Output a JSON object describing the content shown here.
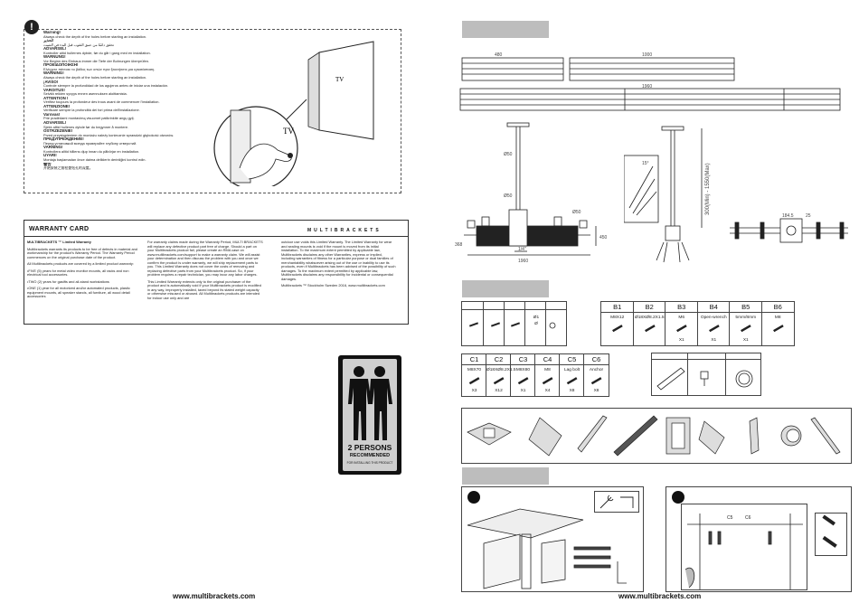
{
  "warning": {
    "lines": [
      {
        "t": "Warning!",
        "h": true
      },
      {
        "t": "Always check the depth of the holes before starting an installation.",
        "h": false
      },
      {
        "t": "تحذير!",
        "h": true
      },
      {
        "t": "تحقق دائمًا من عمق الثقوب قبل البدء في التثبيت",
        "h": false
      },
      {
        "t": "ADVARSEL!",
        "h": true
      },
      {
        "t": "Kontroller altid hullernes dybde, før du går i gang med en installation.",
        "h": false
      },
      {
        "t": "WARNUNG!",
        "h": true
      },
      {
        "t": "Vor Beginn des Einbaus immer die Tiefe der Bohrungen überprüfen.",
        "h": false
      },
      {
        "t": "ΠΡΟΕΙΔΟΠΟΙΗΣΗ!",
        "h": true
      },
      {
        "t": "Ελέγχετε πάντοτε το βάθος των οπών πριν ξεκινήσετε μια εγκατάσταση.",
        "h": false
      },
      {
        "t": "WARNING!",
        "h": true
      },
      {
        "t": "Always check the depth of the holes before starting an installation.",
        "h": false
      },
      {
        "t": "¡AVISO!",
        "h": true
      },
      {
        "t": "Controle siempre la profundidad de los agujeros antes de iniciar una instalación.",
        "h": false
      },
      {
        "t": "VAROITUS!",
        "h": true
      },
      {
        "t": "Selvitä reikien syvyys ennen asennuksen aloittamista.",
        "h": false
      },
      {
        "t": "ATTENTION !",
        "h": true
      },
      {
        "t": "Vérifiez toujours la profondeur des trous avant de commencer l'installation.",
        "h": false
      },
      {
        "t": "ATTENZIONE!",
        "h": true
      },
      {
        "t": "Verificare sempre la profondità dei fori prima dell'installazione.",
        "h": false
      },
      {
        "t": "Varovas!",
        "h": true
      },
      {
        "t": "Prie pradėdami montavimą visuomet patikrinkite angų gylį.",
        "h": false
      },
      {
        "t": "ADVARSEL!",
        "h": true
      },
      {
        "t": "Sjekk alltid hullenes dybde før du begynner å montere.",
        "h": false
      },
      {
        "t": "OSTRZEŻENIE!",
        "h": true
      },
      {
        "t": "Przed przystąpieniem do montażu należy koniecznie sprawdzić głębokość otworów.",
        "h": false
      },
      {
        "t": "ПРЕДУПРЕЖДЕНИЕ!",
        "h": true
      },
      {
        "t": "Перед установкой всегда проверяйте глубину отверстий.",
        "h": false
      },
      {
        "t": "VARNING!",
        "h": true
      },
      {
        "t": "Kontrollera alltid hålens djup innan du påbörjar en installation.",
        "h": false
      },
      {
        "t": "UYARI!",
        "h": true
      },
      {
        "t": "Montaja başlamadan önce daima deliklerin derinliğini kontrol edin.",
        "h": false
      },
      {
        "t": "警告",
        "h": true
      },
      {
        "t": "开始安装之前检查钻孔的深度。",
        "h": false
      }
    ],
    "tv_label_1": "TV",
    "tv_label_2": "TV"
  },
  "warranty": {
    "title": "WARRANTY CARD",
    "brand": "MULTIBRACKETS",
    "col1": [
      "MULTIBRACKETS ™ Limited Warranty",
      "Multibrackets warrants its products to be free of defects in material and workmanship for the product's Warranty Period. The Warranty Period commences on the original purchase date of the product.",
      "All Multibrackets products are covered by a limited product warranty:",
      "•FIVE (5) years for metal video monitor mounts, all racks and non electrical tool accessories.",
      "•TWO (2) years for gasifts and all-stand workstations",
      "•ONE (1) year for all motorized and/or automated products, plastic equipment mounts, all speaker stands, all furniture, all wood detail accessories"
    ],
    "col2": [
      "For warranty claims made during the Warranty Period, MULTI BRACKETS will replace any defective product part free of charge. Should a part on your Multibrackets product fail, please create an RMA case on www.multibrackets.com/support to make a warranty claim. We will assist your determination and then discuss the problem with you and once we confirm the product is under warranty, we will ship replacement parts to you. This Limited Warranty does not cover the costs of removing and replacing defective parts from your Multibrackets product. So, if your problem requires a repair technician, you may incur any labor charges.",
      "This Limited Warranty extends only to the original purchaser of the product and is automatically void if your Multibrackets product is modified in any way, improperly installed, taxed beyond its stated weight capacity or otherwise misused or abused. All Multibrackets products are intended for indoor use only and are"
    ],
    "col3": [
      "outdoor use voids this Limited Warranty. The Limited Warranty for wear and sealing mounts is void if the mount is moved from its initial installation. To the maximum extent permitted by applicable law, Multibrackets disclaims any other Warranties, express or implied, including warranties of fitness for a particular purpose or dual families of merchantability whatsoever arising out of the use or inability to use its products, even if Multibrackets has been advised of the possibility of such damages. To the maximum extent permitted by applicable law, Multibrackets disclaims any responsibility for incidental or consequential damages.",
      "Multibrackets ™ Stockholm Sweden 2016, www.multibrackets.com"
    ]
  },
  "persons": {
    "line1": "2 PERSONS",
    "line2": "RECOMMENDED",
    "line3": "FOR INSTALLING THIS PRODUCT"
  },
  "footer": {
    "left_url": "www.multibrackets.com",
    "right_url": "www.multibrackets.com"
  },
  "dims": {
    "d1": "480",
    "d2": "1000",
    "d3": "1960",
    "d4": "Ø50",
    "d5": "Ø50",
    "d6": "Ø50",
    "d7": "1960",
    "d8": "1/4\"",
    "d9": "368",
    "d10": "450",
    "d11": "300(Min) - 1550(Max)",
    "d12": "184.5",
    "d13": "25",
    "d14": "15°"
  },
  "parts_b": [
    {
      "id": "B1",
      "spec": "M8X12",
      "qty": "",
      "img": "screw"
    },
    {
      "id": "B2",
      "spec": "Ø18XØ8.2X1.5",
      "qty": "",
      "img": "washer"
    },
    {
      "id": "B3",
      "spec": "M6",
      "qty": "X1",
      "img": "allen"
    },
    {
      "id": "B4",
      "spec": "Open-wrench",
      "qty": "X1",
      "img": "wrench"
    },
    {
      "id": "B5",
      "spec": "5mm/8mm",
      "qty": "X1",
      "img": "allen"
    },
    {
      "id": "B6",
      "spec": "M8",
      "qty": "",
      "img": "nut"
    }
  ],
  "parts_a_extra": [
    "Ø1",
    "Ø"
  ],
  "parts_c": [
    {
      "id": "C1",
      "spec": "M8X70",
      "qty": "X3"
    },
    {
      "id": "C2",
      "spec": "Ø18XØ8.2X1.5",
      "qty": "X12"
    },
    {
      "id": "C3",
      "spec": "M8X80",
      "qty": "X1"
    },
    {
      "id": "C4",
      "spec": "M8",
      "qty": "X4"
    },
    {
      "id": "C5",
      "spec": "Lag bolt",
      "qty": "X8"
    },
    {
      "id": "C6",
      "spec": "Anchor",
      "qty": "X8"
    }
  ],
  "step_labels": {
    "c5": "C5",
    "c6": "C6"
  },
  "colors": {
    "gray_bar": "#bdbdbd",
    "ink": "#111111"
  }
}
